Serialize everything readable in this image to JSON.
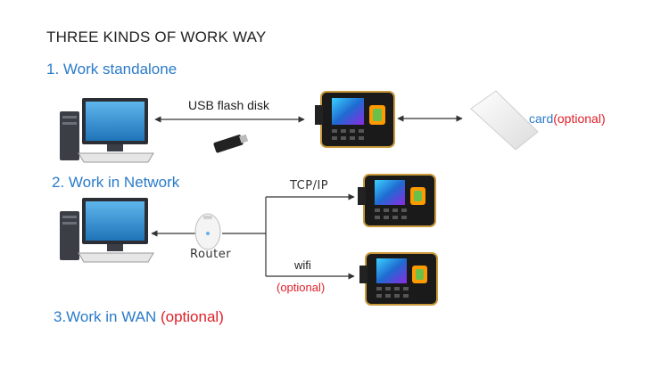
{
  "title": "THREE KINDS OF WORK WAY",
  "sections": {
    "standalone": "1. Work standalone",
    "network": "2. Work in Network",
    "wan_prefix": "3.Work in WAN",
    "wan_optional": "(optional)"
  },
  "labels": {
    "usb": "USB flash disk",
    "card_prefix": "card",
    "card_optional": "(optional)",
    "router": "Router",
    "tcpip": "TCP/IP",
    "wifi": "wifi",
    "wifi_optional": "(optional)"
  },
  "colors": {
    "heading_blue": "#2b7bc9",
    "optional_red": "#e0202a",
    "text_dark": "#222222"
  },
  "icons": [
    "computer-icon",
    "usb-flash-drive-icon",
    "attendance-terminal-icon",
    "rfid-card-icon",
    "router-icon"
  ]
}
